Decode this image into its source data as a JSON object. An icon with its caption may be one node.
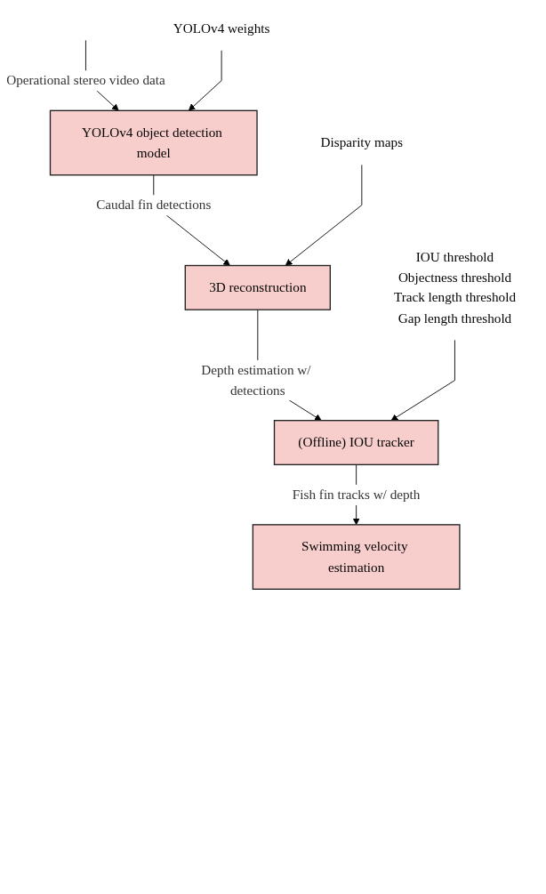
{
  "diagram": {
    "nodes": [
      {
        "text": [
          "YOLOv4 object detection model"
        ]
      },
      {
        "text": [
          "YOLOv4 weights"
        ]
      },
      {
        "text": [
          "3D reconstruction"
        ]
      },
      {
        "text": [
          "Disparity maps"
        ]
      },
      {
        "text": [
          "(Offline) IOU tracker"
        ]
      },
      {
        "text": [
          "IOU threshold",
          "Objectness threshold",
          "Track length threshold",
          "Gap length threshold"
        ]
      },
      {
        "text": [
          "Swimming velocity estimation"
        ]
      }
    ],
    "edges": [
      {
        "from": null,
        "to": 0,
        "arrow": "to",
        "label": "Operational stereo video data"
      },
      {
        "from": 1,
        "to": 0,
        "arrow": "to"
      },
      {
        "from": 0,
        "to": 2,
        "arrow": "to",
        "label": "Caudal fin detections"
      },
      {
        "from": 3,
        "to": 2,
        "arrow": "to"
      },
      {
        "from": 2,
        "to": 4,
        "arrow": "to",
        "label": "Depth estimation w/ detections"
      },
      {
        "from": 5,
        "to": 4,
        "arrow": "to"
      },
      {
        "from": 4,
        "to": 6,
        "arrow": "to",
        "label": "Fish fin tracks w/ depth"
      }
    ]
  }
}
